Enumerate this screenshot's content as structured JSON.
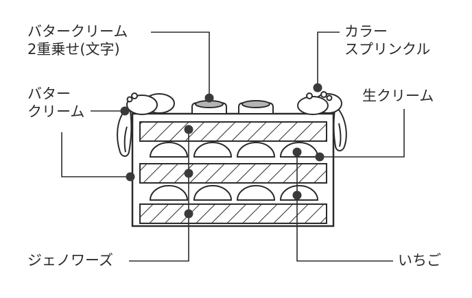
{
  "labels": {
    "butter_cream_double": [
      "バタークリーム",
      "2重乗せ(文字)"
    ],
    "color_sprinkles": [
      "カラー",
      "スプリンクル"
    ],
    "butter_cream": [
      "バター",
      "クリーム"
    ],
    "fresh_cream": "生クリーム",
    "genoise": "ジェノワーズ",
    "strawberry": "いちご"
  },
  "colors": {
    "line": "#2a2a2a",
    "dot": "#3a3a3a",
    "plaque": "#b4b4b4",
    "background": "#ffffff"
  }
}
